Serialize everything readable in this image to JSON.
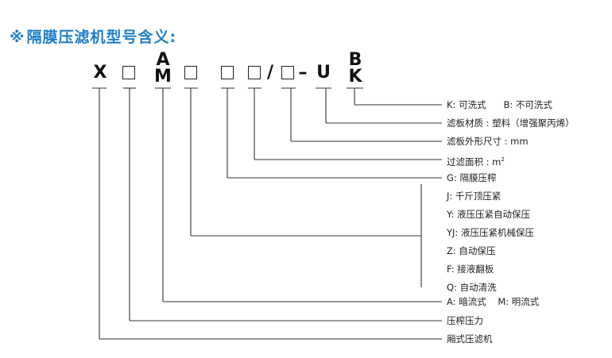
{
  "title": {
    "mark": "※",
    "text": "隔膜压滤机型号含义:"
  },
  "colors": {
    "title": "#1e7fc8",
    "text": "#222222",
    "line": "#333333"
  },
  "code": {
    "x": "X",
    "a": "A",
    "m": "M",
    "slash": "/",
    "dash": "–",
    "u": "U",
    "b": "B",
    "k": "K"
  },
  "labels": {
    "kb": "K: 可洗式      B: 不可洗式",
    "material": "滤板材质 : 塑料（增强聚丙烯）",
    "size": "滤板外形尺寸 : mm",
    "area_text": "过滤面积 : m",
    "area_sup": "2",
    "g": "G: 隔膜压榨",
    "j": "J: 千斤顶压紧",
    "y": "Y: 液压压紧自动保压",
    "yj": "YJ: 液压压紧机械保压",
    "z": "Z: 自动保压",
    "f": "F: 接液翻板",
    "q": "Q: 自动清洗",
    "am": "A: 暗流式    M: 明流式",
    "pressure": "压榨压力",
    "type": "厢式压滤机"
  }
}
